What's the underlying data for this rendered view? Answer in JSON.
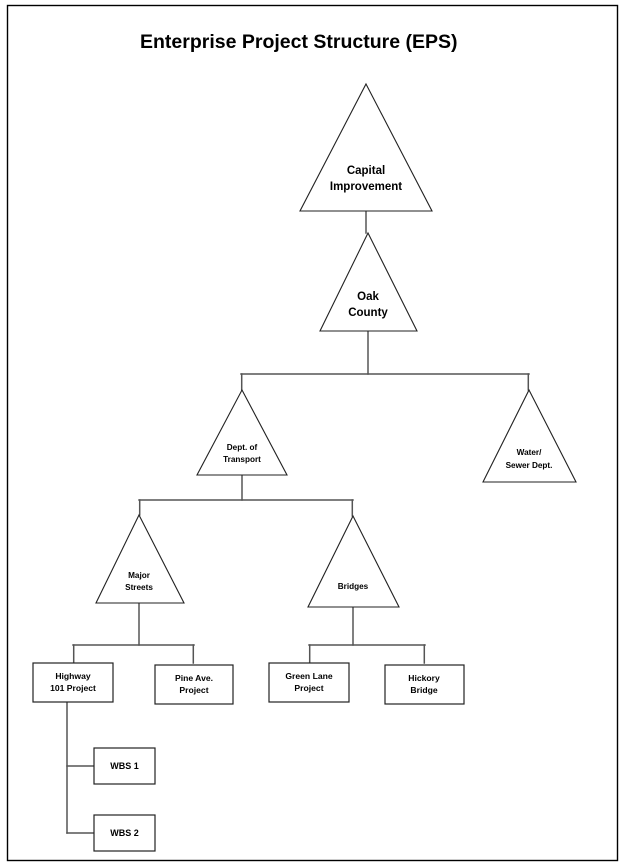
{
  "page": {
    "title": "Enterprise Project Structure (EPS)",
    "background_color": "#ffffff",
    "frame_color": "#000000",
    "connector_color": "#555555",
    "shape_outline_color": "#222222"
  },
  "diagram": {
    "type": "tree-hierarchy",
    "title": "Enterprise Project Structure (EPS)",
    "nodes": [
      {
        "id": "capital-improvement",
        "shape": "triangle",
        "lines": [
          "Capital",
          "Improvement"
        ],
        "level": 0
      },
      {
        "id": "oak-county",
        "shape": "triangle",
        "lines": [
          "Oak",
          "County"
        ],
        "level": 1
      },
      {
        "id": "dept-of-transport",
        "shape": "triangle",
        "lines": [
          "Dept. of",
          "Transport"
        ],
        "level": 2
      },
      {
        "id": "water-sewer-dept",
        "shape": "triangle",
        "lines": [
          "Water/",
          "Sewer Dept."
        ],
        "level": 2
      },
      {
        "id": "major-streets",
        "shape": "triangle",
        "lines": [
          "Major",
          "Streets"
        ],
        "level": 3
      },
      {
        "id": "bridges",
        "shape": "triangle",
        "lines": [
          "Bridges"
        ],
        "level": 3
      },
      {
        "id": "highway-101-project",
        "shape": "rectangle",
        "lines": [
          "Highway",
          "101 Project"
        ],
        "level": 4
      },
      {
        "id": "pine-ave-project",
        "shape": "rectangle",
        "lines": [
          "Pine Ave.",
          "Project"
        ],
        "level": 4
      },
      {
        "id": "green-lane-project",
        "shape": "rectangle",
        "lines": [
          "Green Lane",
          "Project"
        ],
        "level": 4
      },
      {
        "id": "hickory-bridge",
        "shape": "rectangle",
        "lines": [
          "Hickory",
          "Bridge"
        ],
        "level": 4
      },
      {
        "id": "wbs-1",
        "shape": "rectangle",
        "lines": [
          "WBS 1"
        ],
        "level": 5
      },
      {
        "id": "wbs-2",
        "shape": "rectangle",
        "lines": [
          "WBS 2"
        ],
        "level": 5
      }
    ],
    "edges": [
      {
        "from": "capital-improvement",
        "to": "oak-county"
      },
      {
        "from": "oak-county",
        "to": "dept-of-transport"
      },
      {
        "from": "oak-county",
        "to": "water-sewer-dept"
      },
      {
        "from": "dept-of-transport",
        "to": "major-streets"
      },
      {
        "from": "dept-of-transport",
        "to": "bridges"
      },
      {
        "from": "major-streets",
        "to": "highway-101-project"
      },
      {
        "from": "major-streets",
        "to": "pine-ave-project"
      },
      {
        "from": "bridges",
        "to": "green-lane-project"
      },
      {
        "from": "bridges",
        "to": "hickory-bridge"
      },
      {
        "from": "highway-101-project",
        "to": "wbs-1"
      },
      {
        "from": "highway-101-project",
        "to": "wbs-2"
      }
    ]
  },
  "labels": {
    "capital_improvement_line1": "Capital",
    "capital_improvement_line2": "Improvement",
    "oak_county_line1": "Oak",
    "oak_county_line2": "County",
    "dept_of_transport_line1": "Dept. of",
    "dept_of_transport_line2": "Transport",
    "water_sewer_line1": "Water/",
    "water_sewer_line2": "Sewer Dept.",
    "major_streets_line1": "Major",
    "major_streets_line2": "Streets",
    "bridges_line1": "Bridges",
    "highway_101_line1": "Highway",
    "highway_101_line2": "101 Project",
    "pine_ave_line1": "Pine Ave.",
    "pine_ave_line2": "Project",
    "green_lane_line1": "Green Lane",
    "green_lane_line2": "Project",
    "hickory_bridge_line1": "Hickory",
    "hickory_bridge_line2": "Bridge",
    "wbs_1": "WBS 1",
    "wbs_2": "WBS 2"
  }
}
